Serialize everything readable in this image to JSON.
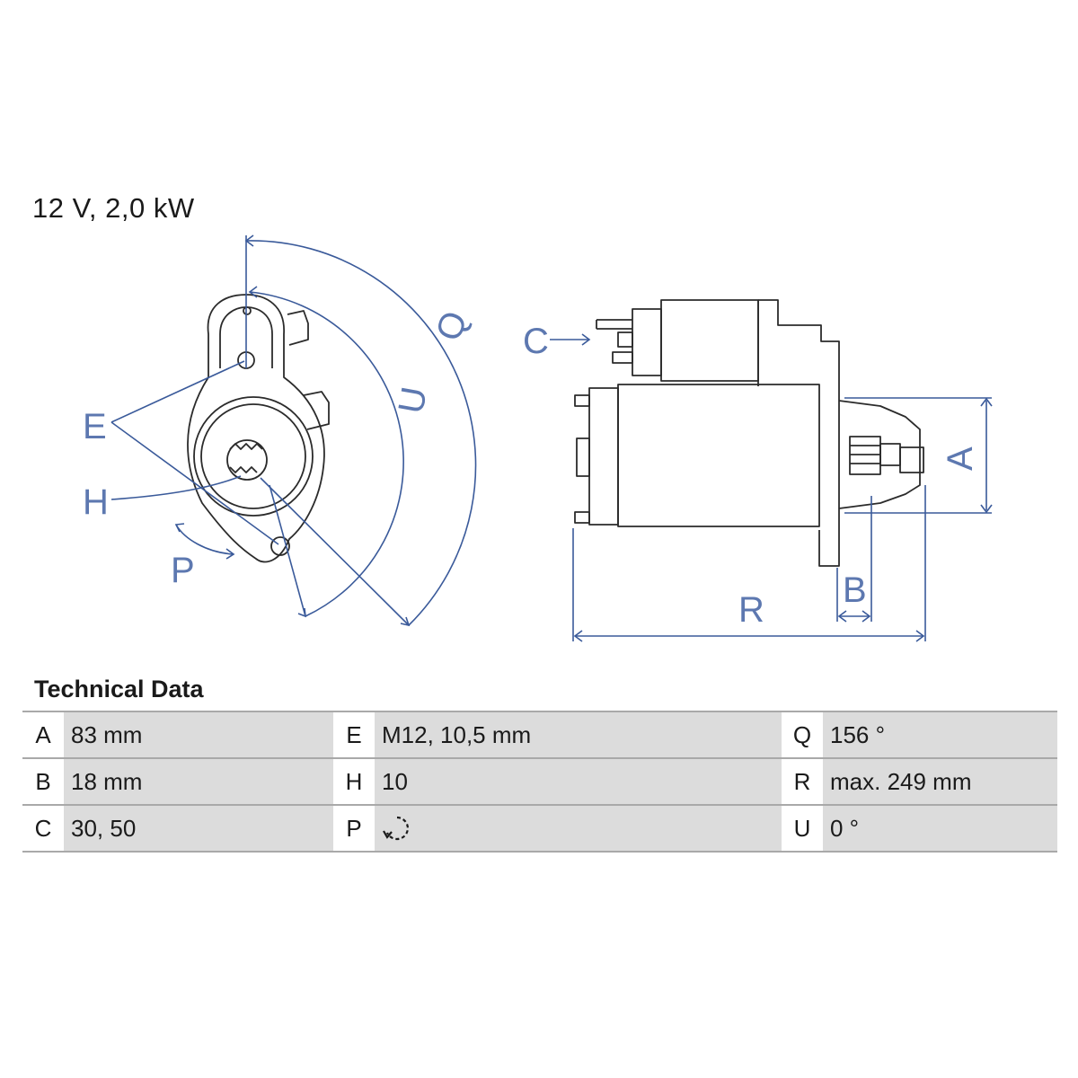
{
  "header": {
    "spec": "12 V, 2,0 kW"
  },
  "diagram": {
    "labels": {
      "A": "A",
      "B": "B",
      "C": "C",
      "E": "E",
      "H": "H",
      "P": "P",
      "Q": "Q",
      "R": "R",
      "U": "U"
    },
    "colors": {
      "dimension": "#3a5a9a",
      "label": "#5d78b0",
      "part": "#2b2b2b"
    }
  },
  "technical_data": {
    "title": "Technical Data",
    "rows": [
      [
        {
          "k": "A",
          "v": "83 mm"
        },
        {
          "k": "E",
          "v": "M12, 10,5 mm"
        },
        {
          "k": "Q",
          "v": "156 °"
        }
      ],
      [
        {
          "k": "B",
          "v": "18 mm"
        },
        {
          "k": "H",
          "v": "10"
        },
        {
          "k": "R",
          "v": "max. 249 mm"
        }
      ],
      [
        {
          "k": "C",
          "v": "30, 50"
        },
        {
          "k": "P",
          "v": "",
          "icon": "clockwise-rotation-icon"
        },
        {
          "k": "U",
          "v": "0 °"
        }
      ]
    ],
    "colors": {
      "value_cell": "#dcdcdc",
      "rule": "#a9a9a9"
    }
  }
}
